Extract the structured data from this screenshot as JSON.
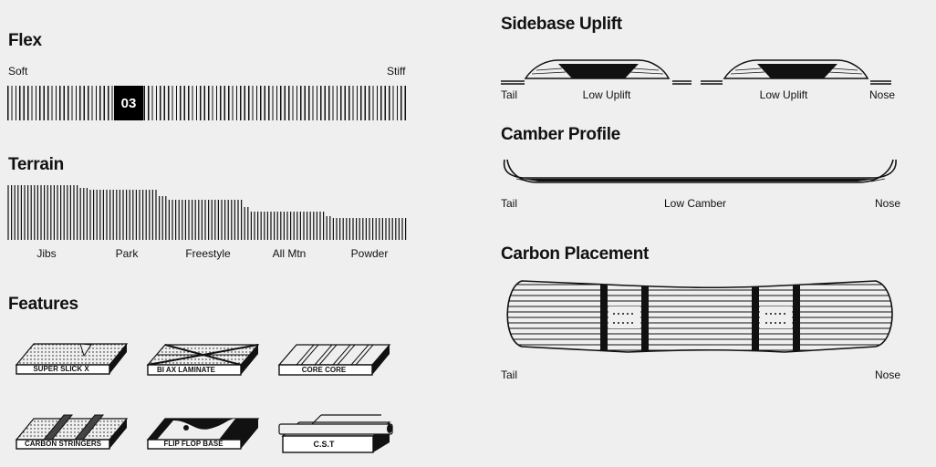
{
  "flex": {
    "title": "Flex",
    "soft_label": "Soft",
    "stiff_label": "Stiff",
    "value": "03"
  },
  "terrain": {
    "title": "Terrain",
    "labels": [
      "Jibs",
      "Park",
      "Freestyle",
      "All Mtn",
      "Powder"
    ]
  },
  "features": {
    "title": "Features",
    "items": [
      {
        "label": "SUPER SLICK X",
        "icon": "super-slick-x-icon"
      },
      {
        "label": "BI AX LAMINATE",
        "icon": "bi-ax-laminate-icon"
      },
      {
        "label": "CORE CORE",
        "icon": "core-core-icon"
      },
      {
        "label": "CARBON STRINGERS",
        "icon": "carbon-stringers-icon"
      },
      {
        "label": "FLIP FLOP BASE",
        "icon": "flip-flop-base-icon"
      },
      {
        "label": "C.S.T",
        "icon": "cst-icon"
      }
    ]
  },
  "sidebase": {
    "title": "Sidebase Uplift",
    "tail_label": "Tail",
    "left_uplift": "Low Uplift",
    "right_uplift": "Low Uplift",
    "nose_label": "Nose"
  },
  "camber": {
    "title": "Camber Profile",
    "tail_label": "Tail",
    "profile_label": "Low Camber",
    "nose_label": "Nose"
  },
  "carbon": {
    "title": "Carbon Placement",
    "tail_label": "Tail",
    "nose_label": "Nose"
  }
}
